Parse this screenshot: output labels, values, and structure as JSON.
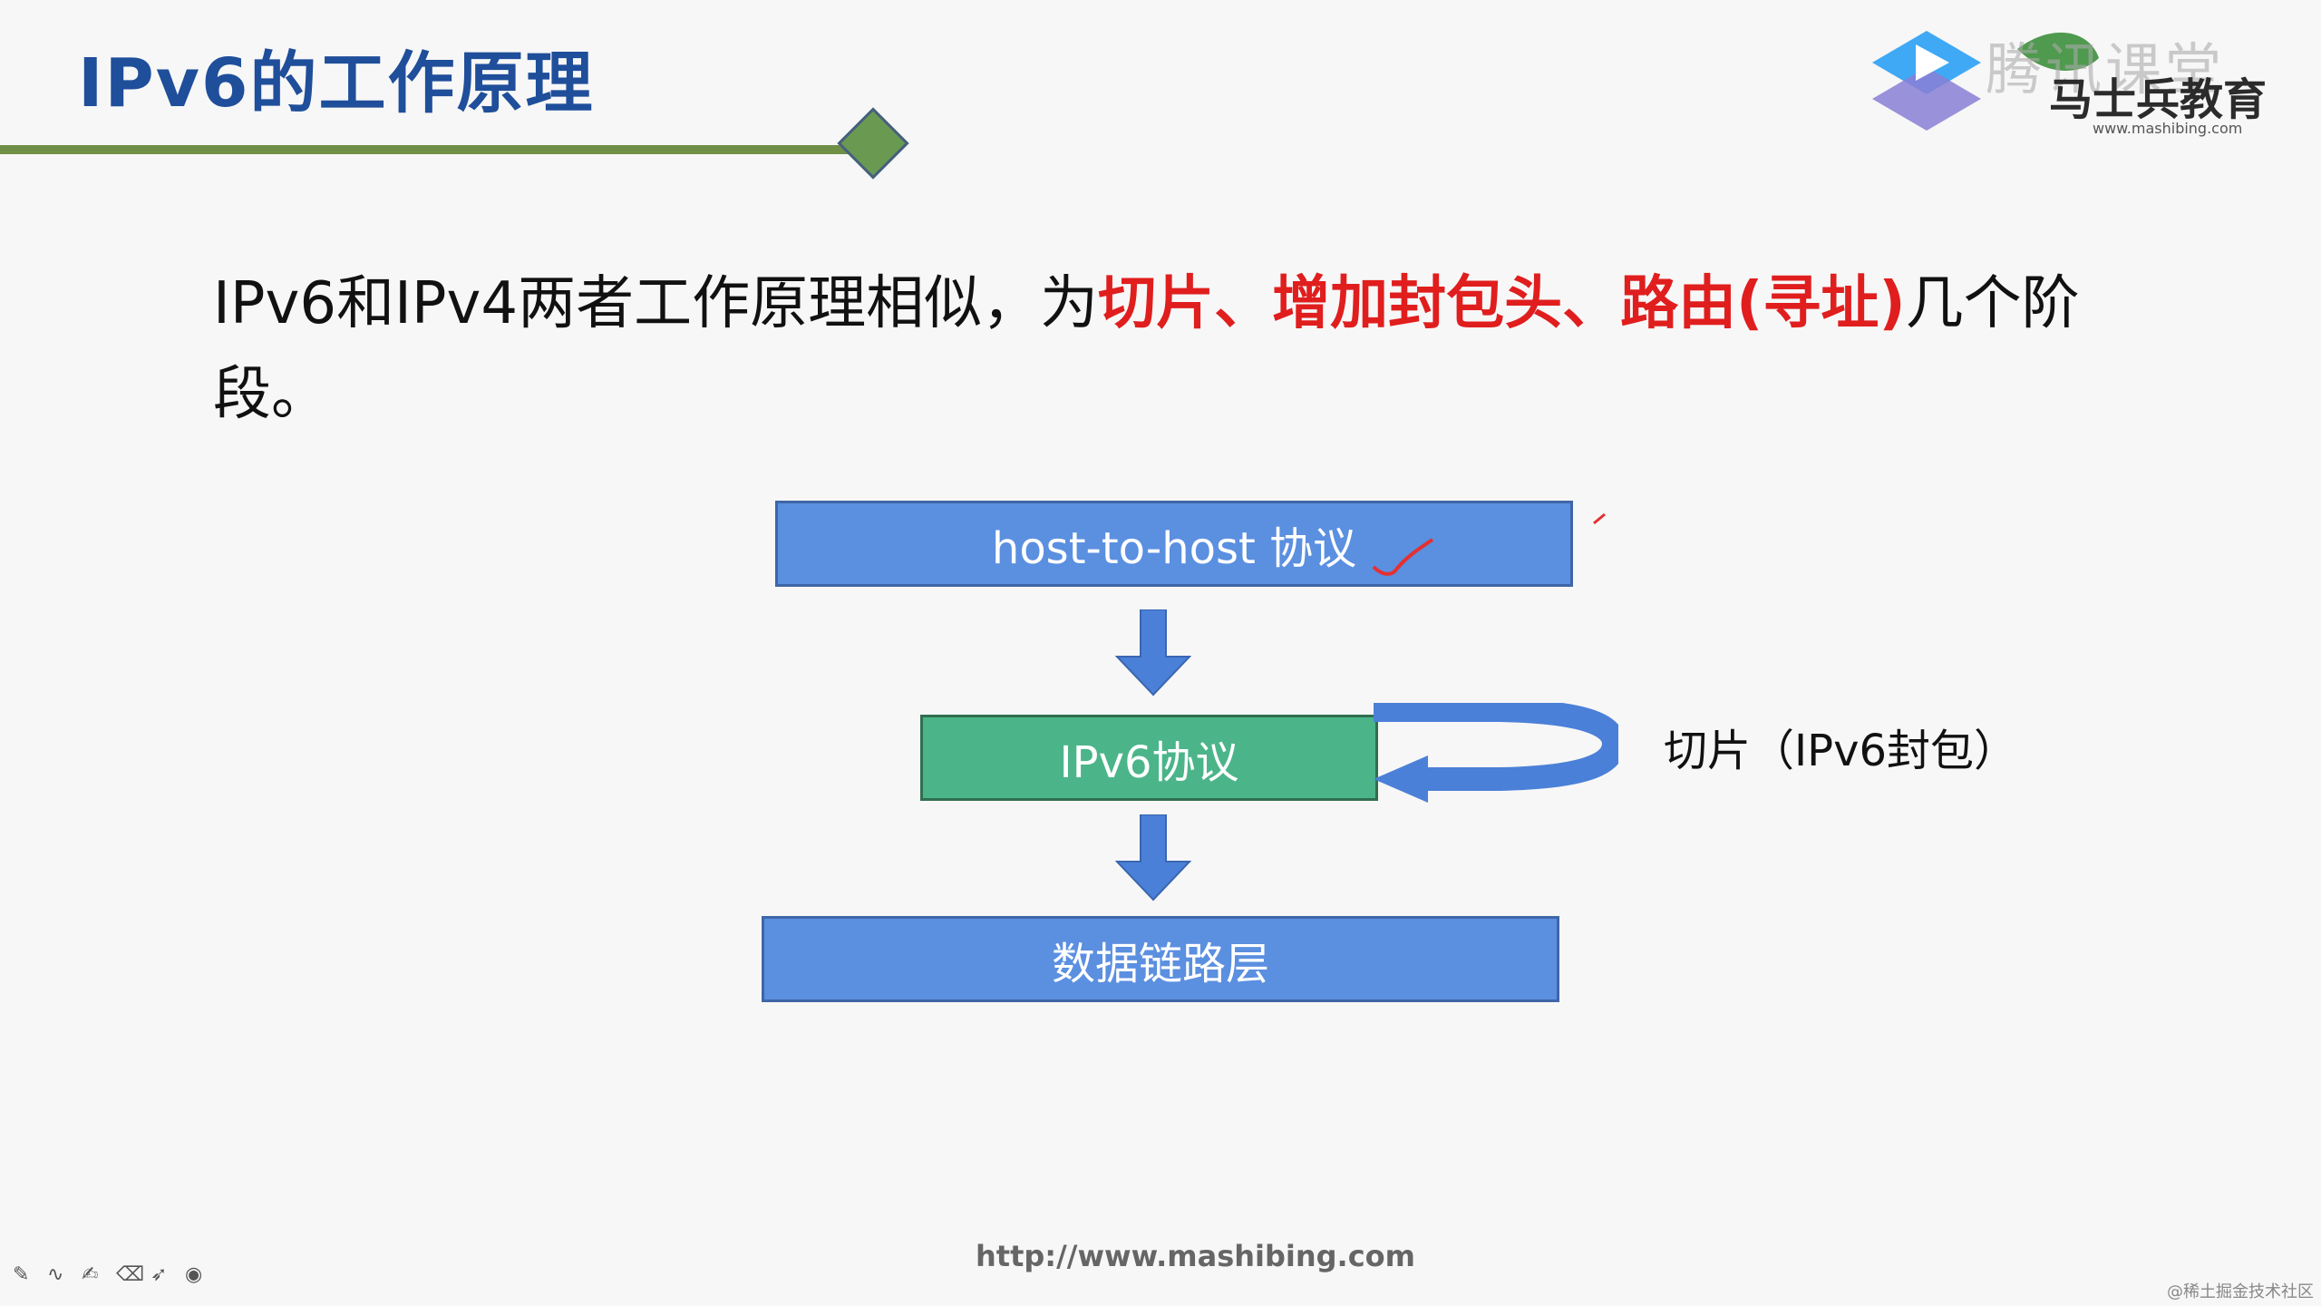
{
  "slide": {
    "title": "IPv6的工作原理",
    "body_plain": "IPv6和IPv4两者工作原理相似，为",
    "body_highlight": "切片、增加封包头、路由(寻址)",
    "body_tail": "几个阶段。",
    "boxes": {
      "host": "host-to-host 协议",
      "ipv6": "IPv6协议",
      "link": "数据链路层"
    },
    "side_label": "切片（IPv6封包）",
    "footer_url": "http://www.mashibing.com"
  },
  "branding": {
    "logo_text": "马士兵教育",
    "watermark_text": "腾讯课堂",
    "logo_url": "www.mashibing.com",
    "bottom_watermark": "@稀土掘金技术社区"
  },
  "toolbar": {
    "icons": [
      "pen-icon",
      "curve-icon",
      "highlighter-icon",
      "eraser-icon",
      "pointer-icon",
      "record-icon"
    ]
  },
  "colors": {
    "title": "#1f4e9a",
    "highlight": "#e01e1e",
    "box_blue": "#5b8fe0",
    "box_green": "#4bb589",
    "line_green": "#6f8f47"
  }
}
